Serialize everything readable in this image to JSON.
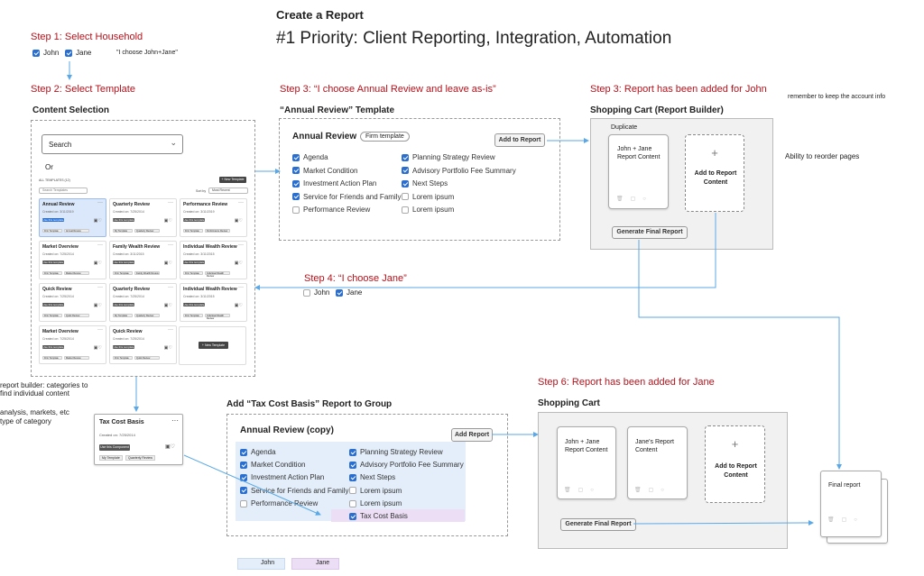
{
  "header": {
    "title": "Create a Report",
    "priority": "#1 Priority: Client Reporting, Integration, Automation"
  },
  "step1": {
    "heading": "Step 1: Select Household",
    "john": "John",
    "jane": "Jane",
    "quote": "\"I choose John+Jane\""
  },
  "step2": {
    "heading": "Step 2: Select Template",
    "title": "Content Selection",
    "search_placeholder": "Search",
    "or": "Or",
    "all_label": "ALL TEMPLATES (12)",
    "new_template": "+ New Template",
    "filter_placeholder": "Search Templates",
    "sort_label": "Sort by",
    "sort_value": "Most Recent",
    "new_template_card": "+ New Template",
    "tiles": [
      {
        "title": "Annual Review",
        "date": "Created on: 3/11/2019",
        "btn": "Use this template",
        "tags": [
          "Firm Template",
          "Annual Review"
        ]
      },
      {
        "title": "Quarterly Review",
        "date": "Created on: 7/25/2014",
        "btn": "Use this template",
        "tags": [
          "My Template",
          "Quarterly Review"
        ]
      },
      {
        "title": "Performance Review",
        "date": "Created on: 3/11/2019",
        "btn": "Use this template",
        "tags": [
          "Firm Template",
          "Performance Review"
        ]
      },
      {
        "title": "Market Overview",
        "date": "Created on: 7/25/2014",
        "btn": "Use this template",
        "tags": [
          "Firm Template",
          "Market Review"
        ]
      },
      {
        "title": "Family Wealth Review",
        "date": "Created on: 3/11/2015",
        "btn": "Use this template",
        "tags": [
          "Firm Template",
          "Family Wealth Review"
        ]
      },
      {
        "title": "Individual Wealth Review",
        "date": "Created on: 3/11/2015",
        "btn": "Use this template",
        "tags": [
          "Firm Template",
          "Individual Wealth Review"
        ]
      },
      {
        "title": "Quick Review",
        "date": "Created on: 7/25/2014",
        "btn": "Use this template",
        "tags": [
          "Firm Template",
          "Quick Review"
        ]
      },
      {
        "title": "Quarterly Review",
        "date": "Created on: 7/25/2014",
        "btn": "Use this template",
        "tags": [
          "My Template",
          "Quarterly Review"
        ]
      },
      {
        "title": "Individual Wealth Review",
        "date": "Created on: 3/11/2015",
        "btn": "Use this template",
        "tags": [
          "Firm Template",
          "Individual Wealth Review"
        ]
      },
      {
        "title": "Market Overview",
        "date": "Created on: 7/25/2014",
        "btn": "Use this template",
        "tags": [
          "Firm Template",
          "Market Review"
        ]
      },
      {
        "title": "Quick Review",
        "date": "Created on: 7/25/2014",
        "btn": "Use this template",
        "tags": [
          "Firm Template",
          "Quick Review"
        ]
      }
    ]
  },
  "step3a": {
    "heading": "Step 3: “I choose Annual Review and leave as-is”",
    "title": "“Annual Review” Template",
    "card_title": "Annual Review",
    "badge": "Firm template",
    "add_button": "Add to Report",
    "left_items": [
      {
        "label": "Agenda",
        "checked": true
      },
      {
        "label": "Market Condition",
        "checked": true
      },
      {
        "label": "Investment Action Plan",
        "checked": true
      },
      {
        "label": "Service for Friends and Family",
        "checked": true
      },
      {
        "label": "Performance Review",
        "checked": false
      }
    ],
    "right_items": [
      {
        "label": "Planning Strategy Review",
        "checked": true
      },
      {
        "label": "Advisory Portfolio Fee Summary",
        "checked": true
      },
      {
        "label": "Next Steps",
        "checked": true
      },
      {
        "label": "Lorem ipsum",
        "checked": false
      },
      {
        "label": "Lorem ipsum",
        "checked": false
      }
    ]
  },
  "step3b": {
    "heading": "Step 3: Report has been added for John",
    "title": "Shopping Cart (Report Builder)",
    "duplicate": "Duplicate",
    "card_text": "John + Jane Report Content",
    "add_card_text": "Add to Report Content",
    "generate": "Generate Final Report"
  },
  "notes": {
    "account_info": "remember to keep the account info",
    "reorder": "Ability to reorder pages",
    "builder_1": "report builder: categories to find individual content",
    "builder_2": "analysis, markets, etc type of category"
  },
  "step4": {
    "heading": "Step 4: “I choose Jane”",
    "john": "John",
    "jane": "Jane"
  },
  "taxcard": {
    "title": "Tax Cost Basis",
    "date": "Created on: 7/25/2014",
    "btn": "Use this Component",
    "tags": [
      "My Template",
      "Quarterly Review"
    ]
  },
  "step5": {
    "title": "Add “Tax Cost Basis” Report to Group",
    "card_title": "Annual Review (copy)",
    "add_button": "Add Report",
    "left_items": [
      {
        "label": "Agenda",
        "checked": true
      },
      {
        "label": "Market Condition",
        "checked": true
      },
      {
        "label": "Investment Action Plan",
        "checked": true
      },
      {
        "label": "Service for Friends and Family",
        "checked": true
      },
      {
        "label": "Performance Review",
        "checked": false
      }
    ],
    "right_items": [
      {
        "label": "Planning Strategy Review",
        "checked": true
      },
      {
        "label": "Advisory Portfolio Fee Summary",
        "checked": true
      },
      {
        "label": "Next Steps",
        "checked": true
      },
      {
        "label": "Lorem ipsum",
        "checked": false
      },
      {
        "label": "Lorem ipsum",
        "checked": false
      },
      {
        "label": "Tax Cost Basis",
        "checked": true
      }
    ]
  },
  "step6": {
    "heading": "Step 6: Report has been added for Jane",
    "title": "Shopping Cart",
    "card1": "John + Jane Report Content",
    "card2": "Jane's Report Content",
    "add_card_text": "Add to Report Content",
    "generate": "Generate Final Report"
  },
  "final": {
    "label": "Final report"
  },
  "legend": {
    "john": "John",
    "jane": "Jane"
  },
  "colors": {
    "accent_red": "#b4121b",
    "arrow_blue": "#5aa9e6",
    "check_blue": "#2a6fd0",
    "john_bg": "#e3eefa",
    "jane_bg": "#ecdff5"
  }
}
